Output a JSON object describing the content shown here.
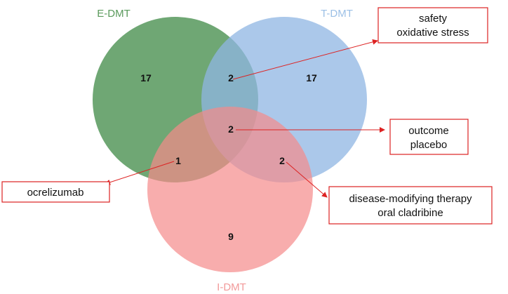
{
  "sets": {
    "edmt": {
      "label": "E-DMT",
      "color": "#3f8a45"
    },
    "tdmt": {
      "label": "T-DMT",
      "color": "#8fb6e3"
    },
    "idmt": {
      "label": "I-DMT",
      "color": "#f58a8a"
    }
  },
  "counts": {
    "e_only": "17",
    "e_t": "2",
    "t_only": "17",
    "all_three": "2",
    "e_i": "1",
    "t_i": "2",
    "i_only": "9"
  },
  "callouts": {
    "safety": {
      "line1": "safety",
      "line2": "oxidative stress"
    },
    "outcome": {
      "line1": "outcome",
      "line2": "placebo"
    },
    "ocrelizumab": {
      "line1": "ocrelizumab"
    },
    "disease": {
      "line1": "disease-modifying therapy",
      "line2": "oral cladribine"
    }
  },
  "callout_color": "#dd2222"
}
